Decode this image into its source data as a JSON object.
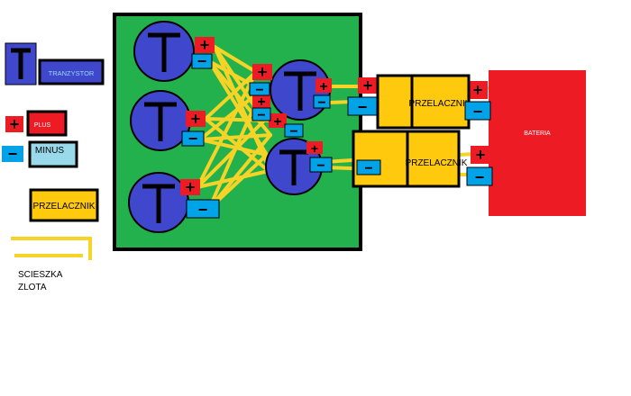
{
  "legend": {
    "transistor_label": "TRANZYSTOR",
    "plus_label": "PLUS",
    "minus_label": "MINUS",
    "switch_label": "PRZELACZNIK",
    "path_label_line1": "SCIESZKA",
    "path_label_line2": "ZLOTA"
  },
  "components": {
    "transistor_symbol": "T",
    "plus_symbol": "+",
    "minus_symbol": "−",
    "switch_top_label": "PRZELACZNIK",
    "switch_bottom_label": "PRZELACZNIK",
    "battery_label": "BATERIA"
  },
  "colors": {
    "board": "#22b14c",
    "transistor": "#3f48cc",
    "plus": "#ed1c24",
    "minus": "#00a2e8",
    "minus_legend": "#99d9ea",
    "switch": "#ffc90e",
    "gold_path": "#f5d327",
    "battery": "#ed1c24",
    "outline": "#000000"
  }
}
